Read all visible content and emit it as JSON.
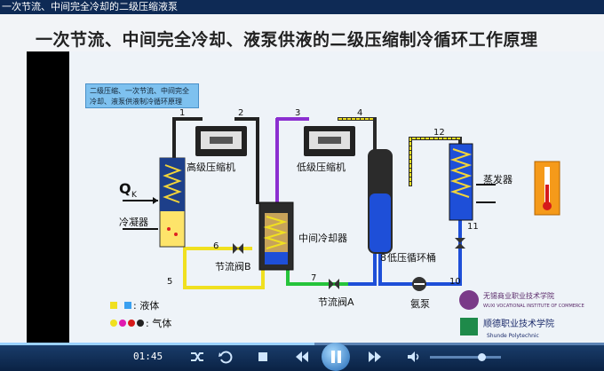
{
  "window": {
    "title": "一次节流、中间完全冷却的二级压缩液泵"
  },
  "slide": {
    "title": "一次节流、中间完全冷却、液泵供液的二级压缩制冷循环工作原理",
    "note": "二级压缩、一次节流、中间完全冷却、液泵供液制冷循环原理"
  },
  "diagram": {
    "components": {
      "high_compressor": "高级压缩机",
      "low_compressor": "低级压缩机",
      "condenser": "冷凝器",
      "qk": "Q",
      "qk_sub": "K",
      "intercooler": "中间冷却器",
      "throttle_b": "节流阀B",
      "throttle_a": "节流阀A",
      "low_pressure_vessel": "低压循环桶",
      "vessel_number": "8",
      "evaporator": "蒸发器",
      "ammonia_pump": "氨泵"
    },
    "points": [
      "1",
      "2",
      "3",
      "4",
      "5",
      "6",
      "7",
      "10",
      "11",
      "12"
    ],
    "legend": {
      "liquid": ": 液体",
      "gas": ": 气体"
    },
    "schools": {
      "school1_name": "无锡商业职业技术学院",
      "school1_en": "WUXI VOCATIONAL INSTITUTE OF COMMERCE",
      "school2_name": "顺德职业技术学院",
      "school2_en": "Shunde Polytechnic"
    }
  },
  "player": {
    "time": "01:45",
    "progress": 0.52
  },
  "colors": {
    "liquid_yellow": "#f0e020",
    "liquid_blue": "#1e4fd8",
    "gas_purple": "#9b2bd6",
    "gas_dark": "#202020"
  }
}
